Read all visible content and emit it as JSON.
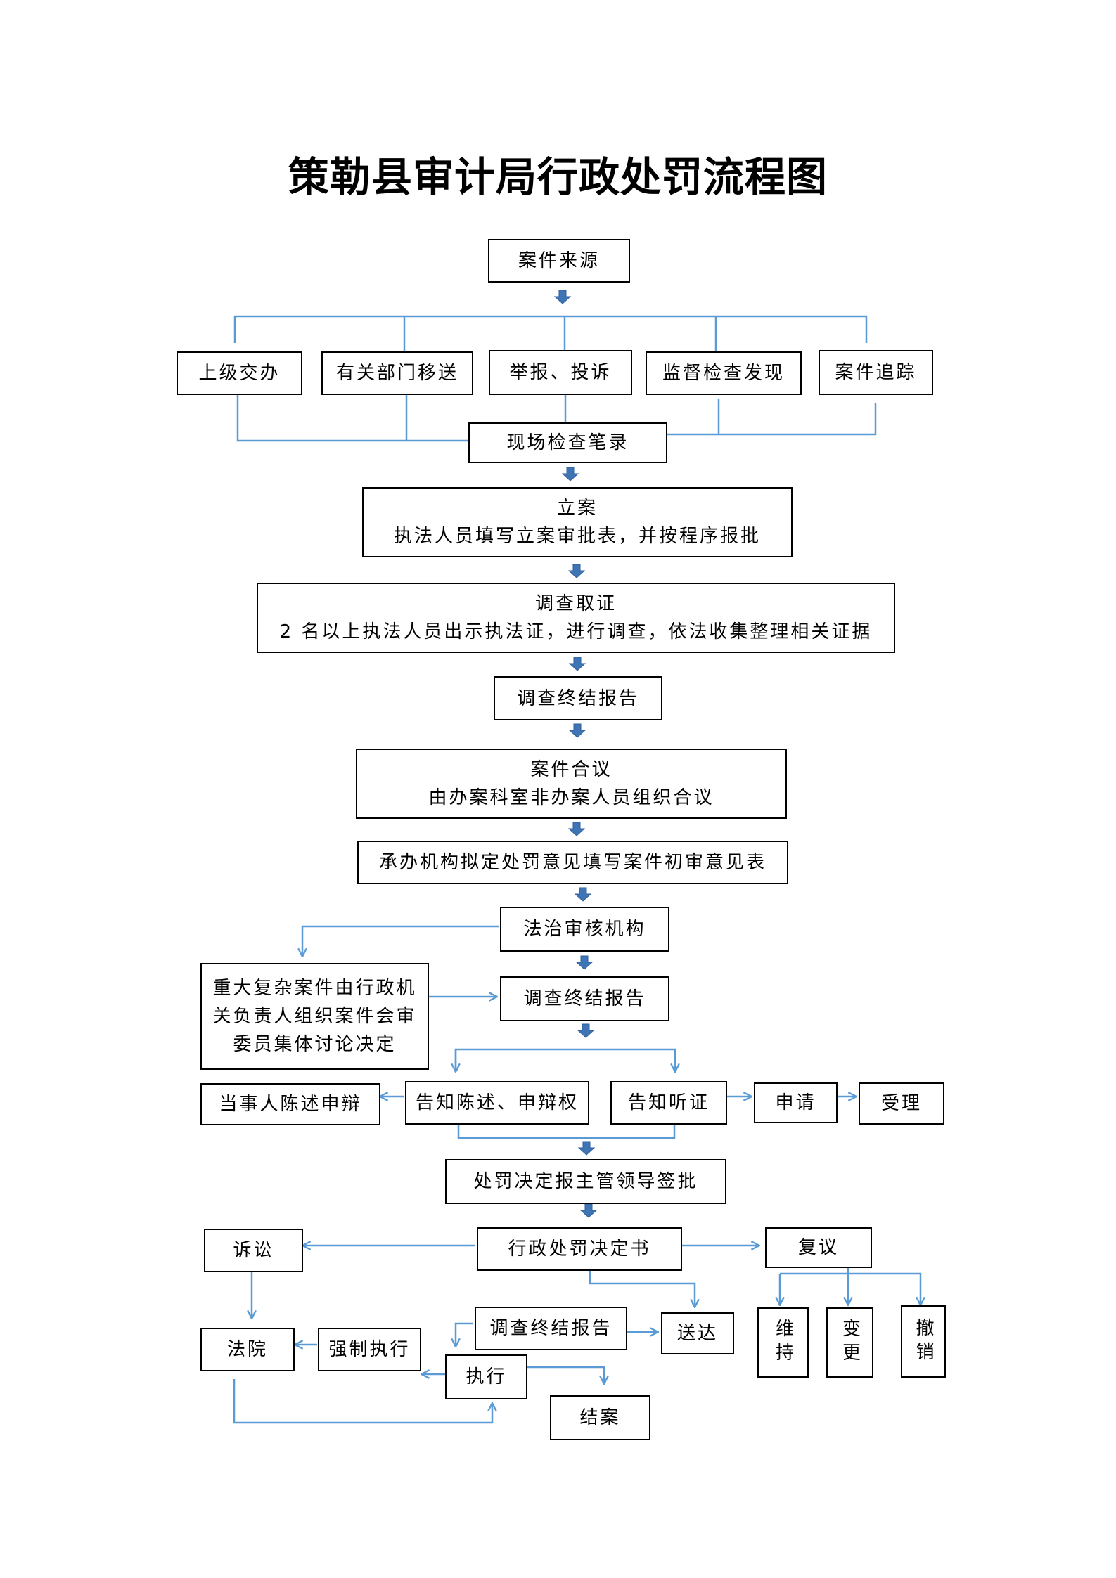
{
  "title": "策勒县审计局行政处罚流程图",
  "colors": {
    "connector": "#5b9bd5",
    "arrow_fill": "#3f74b5",
    "box_border": "#000000"
  },
  "nodes": {
    "source": "案件来源",
    "superior": "上级交办",
    "transfer": "有关部门移送",
    "report": "举报、投诉",
    "supervision": "监督检查发现",
    "tracking": "案件追踪",
    "inspection_record": "现场检查笔录",
    "filing": {
      "title": "立案",
      "desc": "执法人员填写立案审批表，并按程序报批"
    },
    "investigation": {
      "title": "调查取证",
      "desc": "2 名以上执法人员出示执法证，进行调查，依法收集整理相关证据"
    },
    "final_report_1": "调查终结报告",
    "case_review": {
      "title": "案件合议",
      "desc": "由办案科室非办案人员组织合议"
    },
    "draft_opinion": "承办机构拟定处罚意见填写案件初审意见表",
    "legal_review": "法治审核机构",
    "major_case": {
      "line1": "重大复杂案件由行政机",
      "line2": "关负责人组织案件会审",
      "line3": "委员集体讨论决定"
    },
    "final_report_2": "调查终结报告",
    "party_statement": "当事人陈述申辩",
    "notify_statement": "告知陈述、申辩权",
    "notify_hearing": "告知听证",
    "apply": "申请",
    "accept": "受理",
    "decision_approval": "处罚决定报主管领导签批",
    "litigation": "诉讼",
    "decision_doc": "行政处罚决定书",
    "reconsideration": "复议",
    "maintain": "维持",
    "change": "变更",
    "revoke": "撤销",
    "court": "法院",
    "forced_execution": "强制执行",
    "final_report_3": "调查终结报告",
    "delivery": "送达",
    "execution": "执行",
    "close_case": "结案"
  }
}
